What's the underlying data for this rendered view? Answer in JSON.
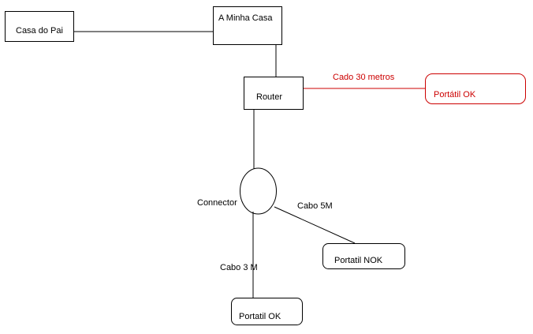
{
  "colors": {
    "stroke": "#000000",
    "accent": "#cc0000",
    "background": "#ffffff"
  },
  "nodes": {
    "casa_do_pai": "Casa do Pai",
    "a_minha_casa": "A Minha Casa",
    "router": "Router",
    "portatil_ok_red": "Portátil OK",
    "connector": "Connector",
    "portatil_nok": "Portatil NOK",
    "portatil_ok": "Portatil OK"
  },
  "edge_labels": {
    "cado_30_metros": "Cado 30 metros",
    "cabo_5m": "Cabo 5M",
    "cabo_3m": "Cabo 3 M"
  }
}
